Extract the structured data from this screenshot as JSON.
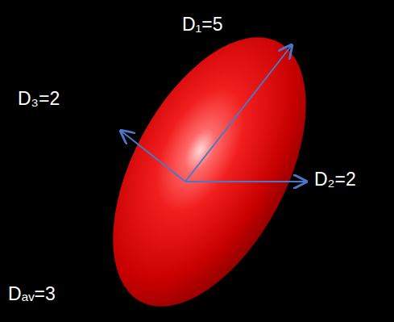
{
  "diagram": {
    "labels": [
      "D₁=5",
      "D₃=2",
      "D₂=2",
      "Dₐᵥ=3"
    ]
  }
}
